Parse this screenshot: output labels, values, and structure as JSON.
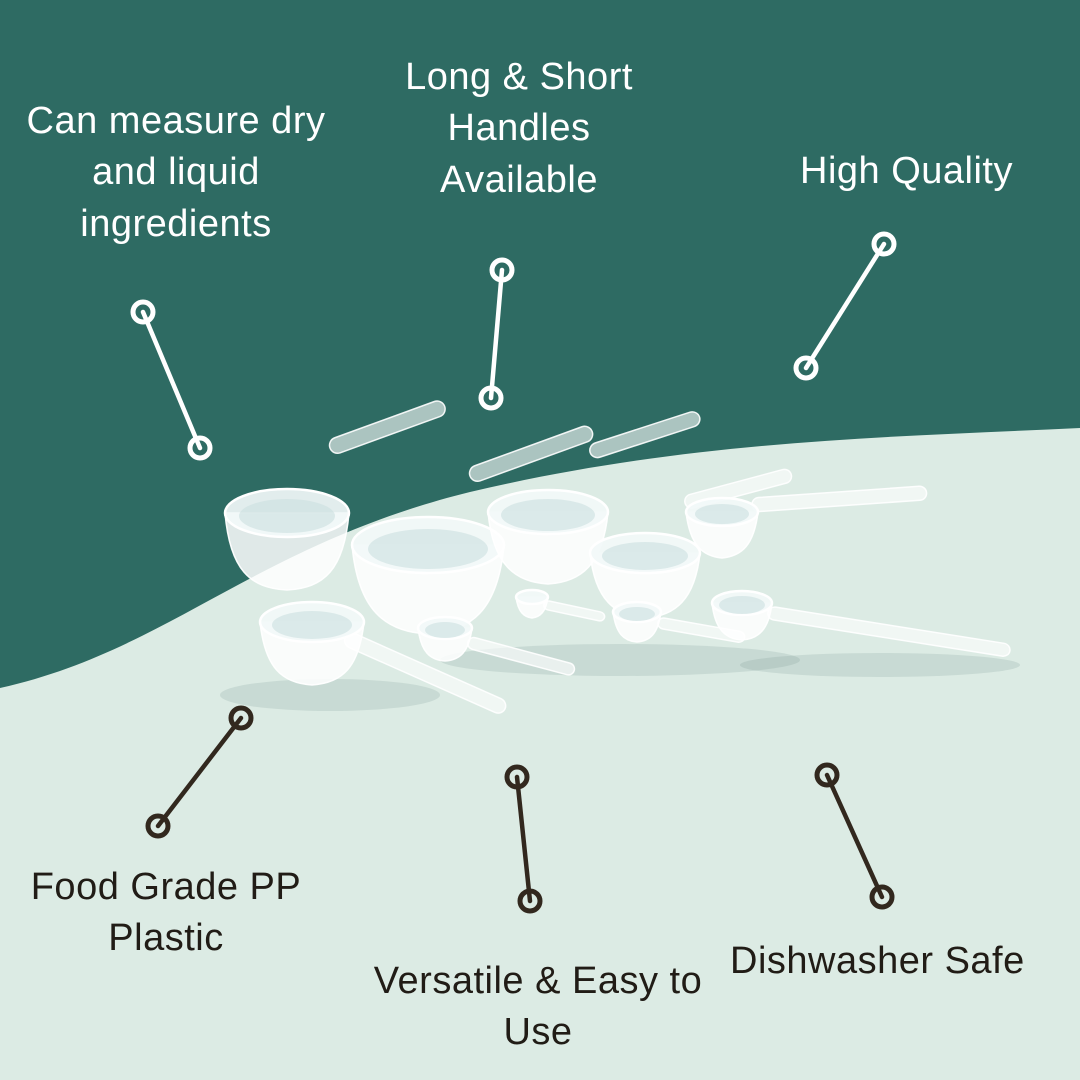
{
  "colors": {
    "teal_background": "#2e6b63",
    "mint_background": "#dcebe4",
    "light_text": "#ffffff",
    "dark_text": "#211c16",
    "light_connector": "#ffffff",
    "dark_connector": "#32281e",
    "product_white": "#ffffff"
  },
  "annotations": [
    {
      "label": "Can measure dry and liquid ingredients"
    },
    {
      "label": "Long & Short Handles Available"
    },
    {
      "label": "High Quality"
    },
    {
      "label": "Food Grade PP Plastic"
    },
    {
      "label": "Versatile & Easy to Use"
    },
    {
      "label": "Dishwasher Safe"
    }
  ],
  "product_image": "measuring-scoops-and-spoons"
}
